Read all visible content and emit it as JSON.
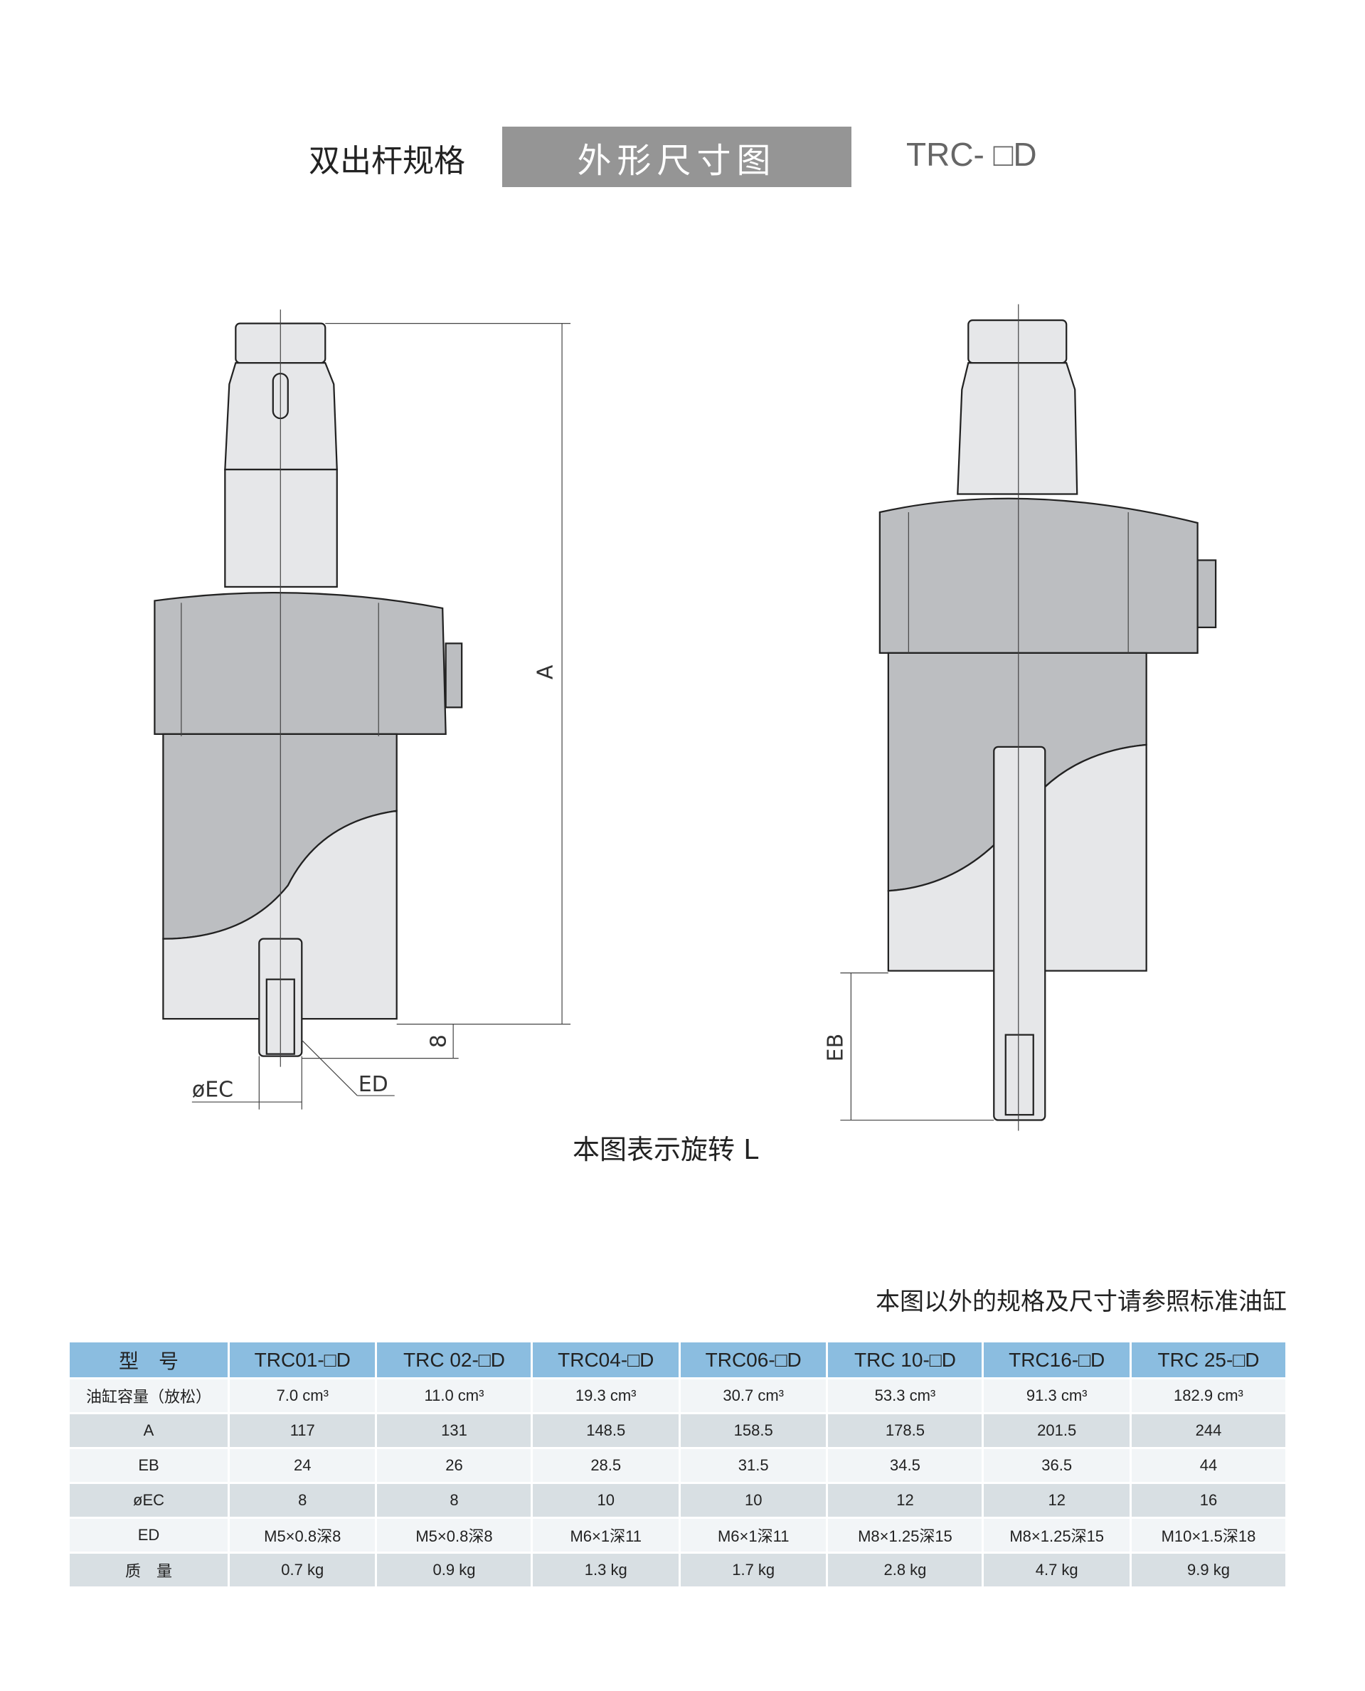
{
  "header": {
    "left_label": "双出杆规格",
    "center_label": "外形尺寸图",
    "right_label": "TRC- □D"
  },
  "drawing": {
    "labels": {
      "a": "A",
      "eight": "8",
      "ec": "øEC",
      "ed": "ED",
      "eb": "EB"
    },
    "caption": "本图表示旋转 L"
  },
  "note": "本图以外的规格及尺寸请参照标准油缸",
  "table": {
    "headers": [
      "型　号",
      "TRC01-□D",
      "TRC 02-□D",
      "TRC04-□D",
      "TRC06-□D",
      "TRC 10-□D",
      "TRC16-□D",
      "TRC 25-□D"
    ],
    "rows": [
      [
        "油缸容量（放松）",
        "7.0 cm³",
        "11.0 cm³",
        "19.3 cm³",
        "30.7 cm³",
        "53.3 cm³",
        "91.3 cm³",
        "182.9 cm³"
      ],
      [
        "A",
        "117",
        "131",
        "148.5",
        "158.5",
        "178.5",
        "201.5",
        "244"
      ],
      [
        "EB",
        "24",
        "26",
        "28.5",
        "31.5",
        "34.5",
        "36.5",
        "44"
      ],
      [
        "øEC",
        "8",
        "8",
        "10",
        "10",
        "12",
        "12",
        "16"
      ],
      [
        "ED",
        "M5×0.8深8",
        "M5×0.8深8",
        "M6×1深11",
        "M6×1深11",
        "M8×1.25深15",
        "M8×1.25深15",
        "M10×1.5深18"
      ],
      [
        "质　量",
        "0.7 kg",
        "0.9 kg",
        "1.3 kg",
        "1.7 kg",
        "2.8 kg",
        "4.7 kg",
        "9.9 kg"
      ]
    ]
  }
}
